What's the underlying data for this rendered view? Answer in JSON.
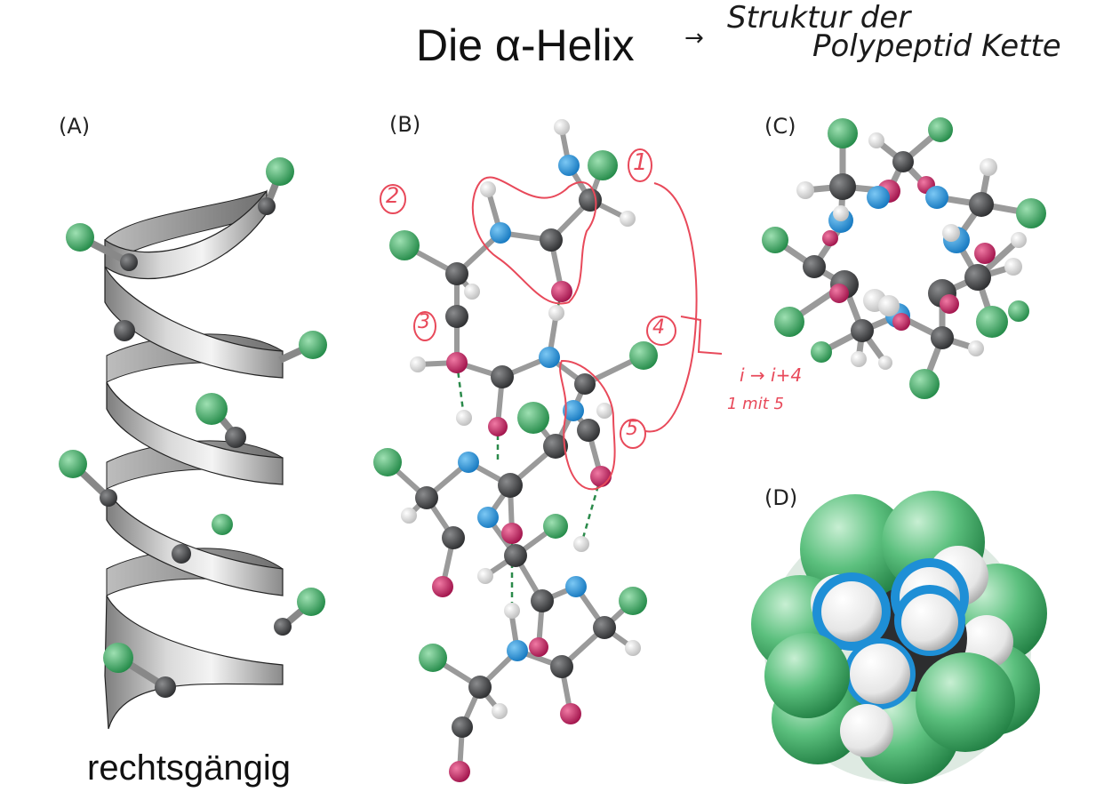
{
  "title": "Die α-Helix",
  "handwritten_note": {
    "arrow": "→",
    "line1": "Struktur der",
    "line2": "Polypeptid Kette"
  },
  "panels": {
    "a": {
      "label": "(A)",
      "caption": "rechtsgängig"
    },
    "b": {
      "label": "(B)"
    },
    "c": {
      "label": "(C)"
    },
    "d": {
      "label": "(D)"
    }
  },
  "red_annotations": {
    "n1": "1",
    "n2": "2",
    "n3": "3",
    "n4": "4",
    "n5": "5",
    "rule_line1": "i → i+4",
    "rule_line2": "1 mit 5"
  },
  "atom_colors": {
    "carbon": "#3a3b3d",
    "nitrogen": "#1e90d6",
    "oxygen": "#c8205e",
    "hydrogen": "#f2f2f2",
    "side_chain": "#2fa35a",
    "hbond": "#2a8a4a",
    "annotation": "#e8495a"
  }
}
